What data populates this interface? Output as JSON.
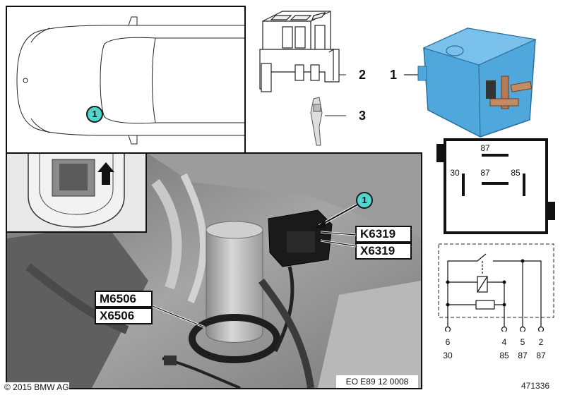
{
  "parts": {
    "relay_number": "1",
    "socket_number": "2",
    "terminal_number": "3"
  },
  "car_overview": {
    "callout": "1"
  },
  "photo": {
    "callout": "1",
    "relay_label": "K6319",
    "connector_label": "X6319",
    "motor_label": "M6506",
    "motor_connector_label": "X6506",
    "photo_code": "EO E89 12 0008"
  },
  "relay_pinout": {
    "pin_top": "87",
    "pin_left": "30",
    "pin_center": "87",
    "pin_right": "85"
  },
  "schematic": {
    "pins": [
      {
        "num": "6",
        "term": "30"
      },
      {
        "num": "4",
        "term": "85"
      },
      {
        "num": "5",
        "term": "87"
      },
      {
        "num": "2",
        "term": "87"
      }
    ]
  },
  "footer": {
    "copyright": "© 2015 BMW AG",
    "diagram_id": "471336"
  },
  "colors": {
    "callout": "#4fd6cf",
    "relay_body": "#4fa7dc"
  }
}
